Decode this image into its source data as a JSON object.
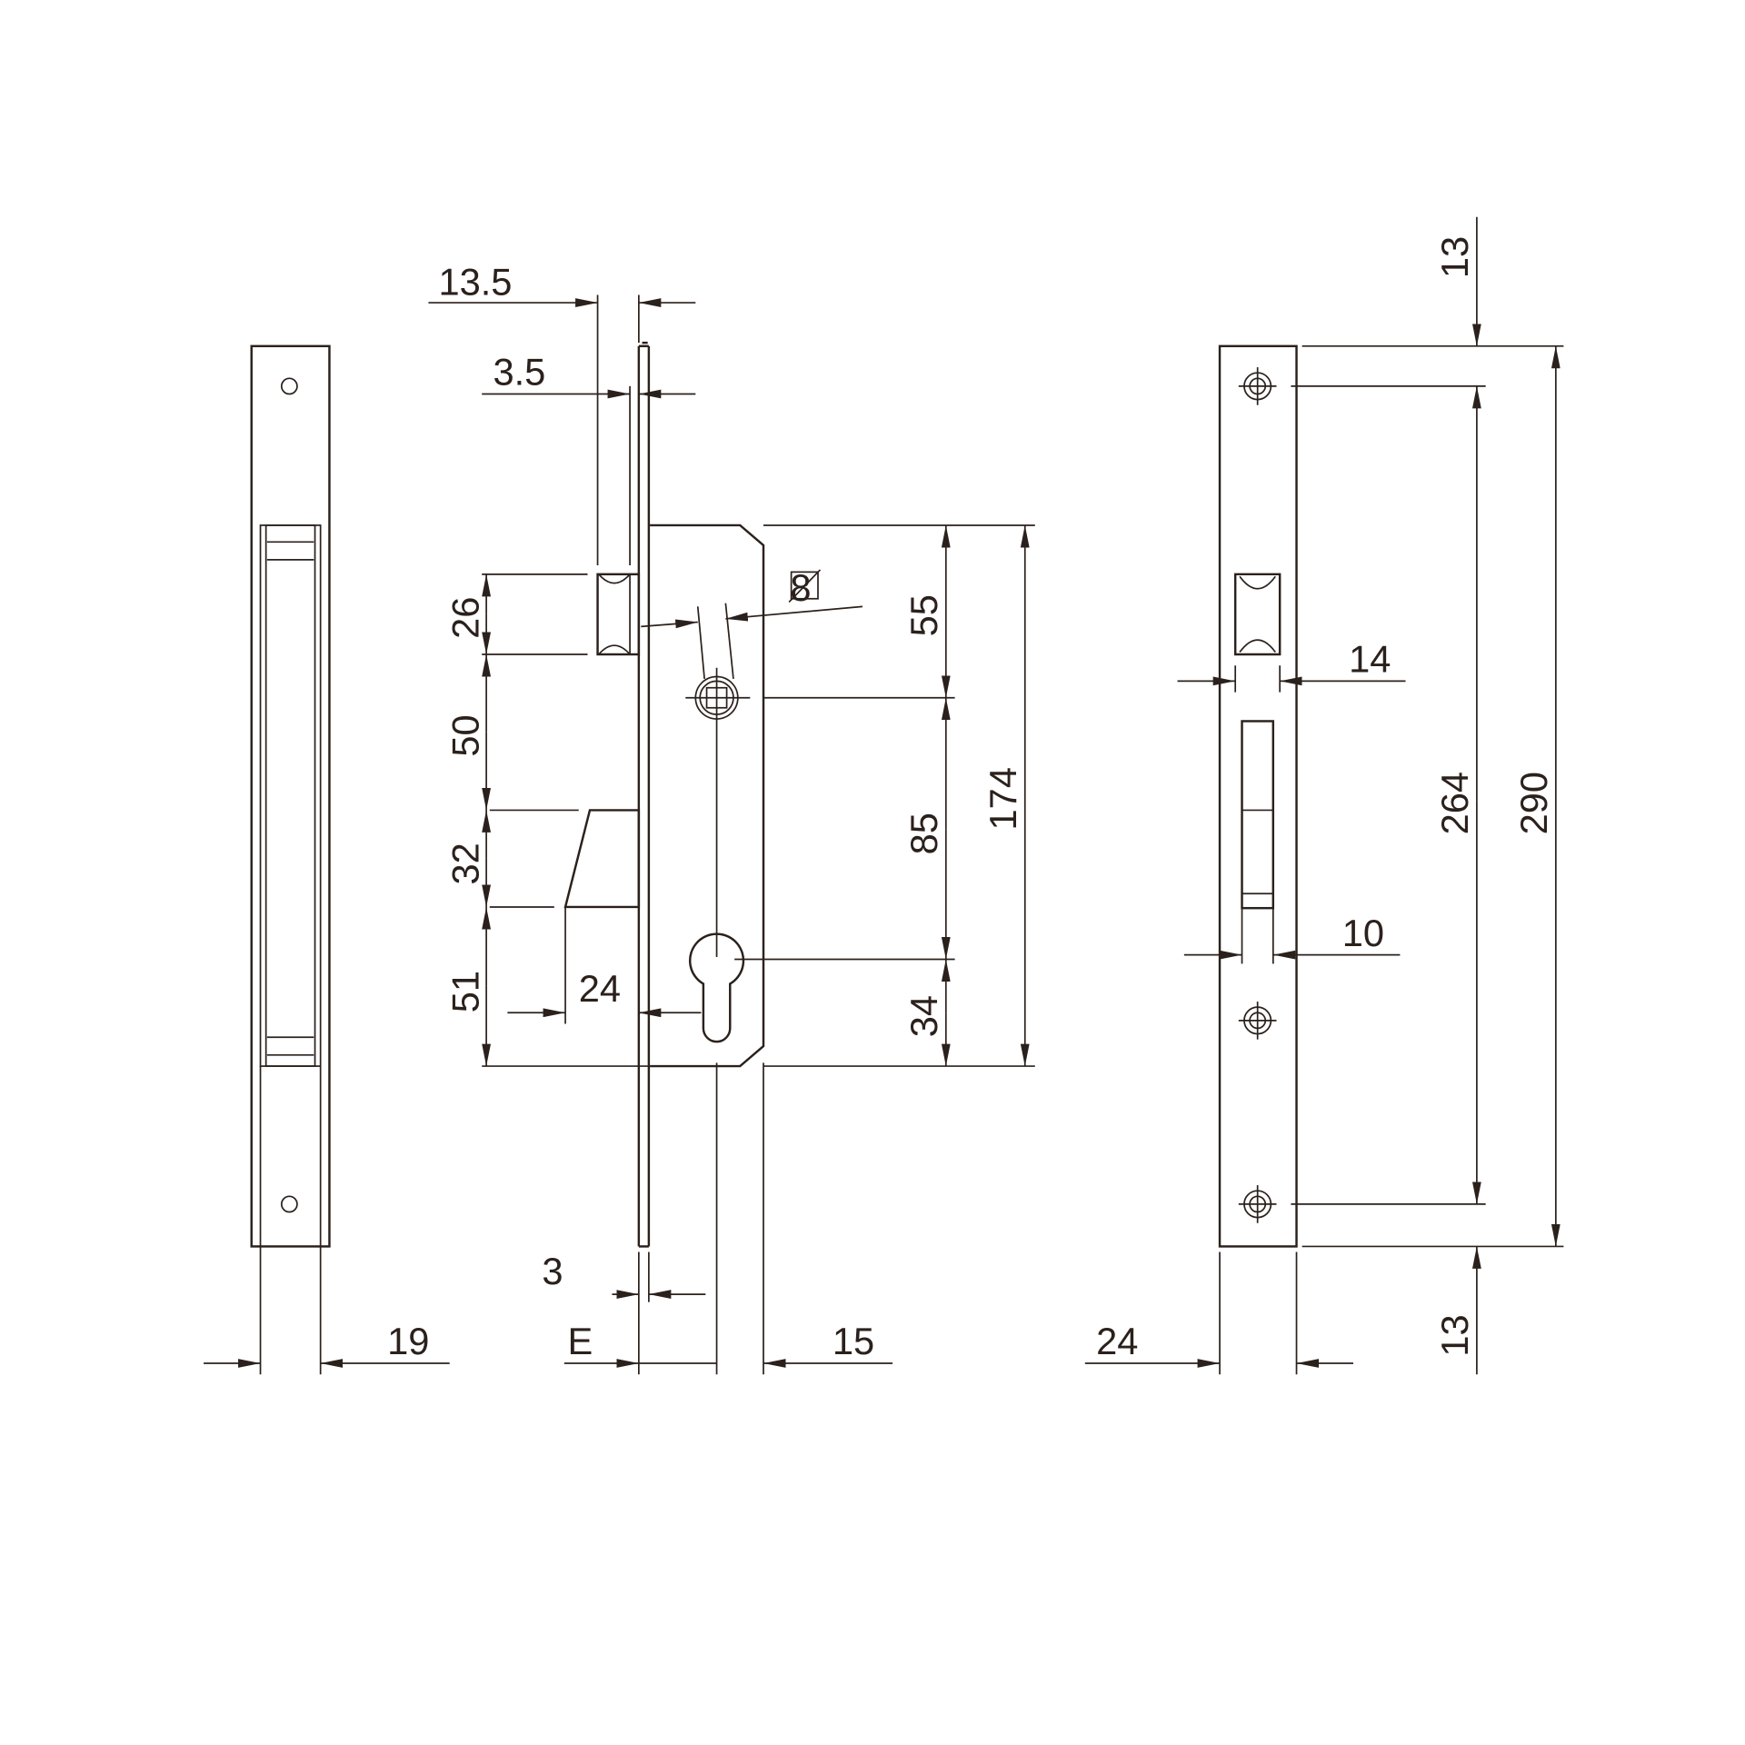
{
  "drawing": {
    "line_color": "#2b211c",
    "left_view": {
      "width_label": "19"
    },
    "middle_view": {
      "top_offset_label": "13.5",
      "faceplate_offset_label": "3.5",
      "latch_height_label": "26",
      "latch_to_bolt_label": "50",
      "bolt_height_label": "32",
      "bolt_to_bottom_label": "51",
      "bolt_throw_label": "24",
      "spindle_label": "8",
      "top_to_spindle_label": "55",
      "spindle_to_cylinder_label": "85",
      "cylinder_to_bottom_label": "34",
      "case_height_label": "174",
      "faceplate_thickness_label": "3",
      "backset_label": "E",
      "cylinder_to_back_label": "15"
    },
    "right_view": {
      "top_margin_label": "13",
      "latch_width_label": "14",
      "bolt_width_label": "10",
      "screw_spacing_label": "264",
      "faceplate_height_label": "290",
      "bottom_margin_label": "13",
      "faceplate_width_label": "24"
    }
  }
}
